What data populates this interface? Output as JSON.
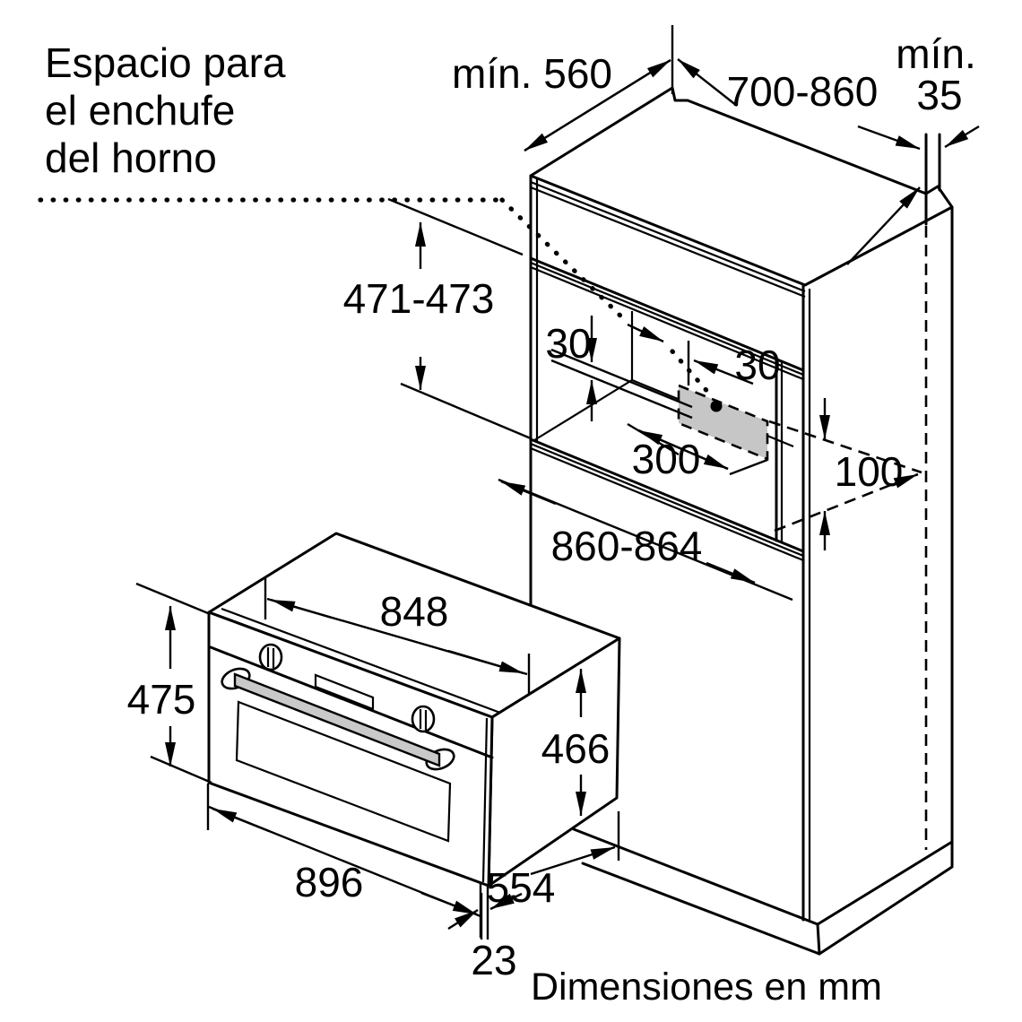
{
  "diagram": {
    "note": {
      "line1": "Espacio para",
      "line2": "el enchufe",
      "line3": "del horno"
    },
    "footer": "Dimensiones en mm",
    "dims": {
      "cabinet_depth": "mín. 560",
      "cabinet_height": "700-860",
      "wall_gap_label": "mín.",
      "wall_gap_value": "35",
      "niche_height": "471-473",
      "vent_offset_top": "30",
      "outlet_offset_side": "30",
      "outlet_width": "300",
      "outlet_height": "100",
      "worktop_height": "860-864",
      "oven_cutout_width": "848",
      "oven_front_height": "475",
      "oven_body_height": "466",
      "oven_width": "896",
      "oven_depth": "554",
      "door_thickness": "23"
    },
    "colors": {
      "line": "#000000",
      "background": "#ffffff",
      "outlet_fill": "#c6c6c6",
      "handle_fill": "#c9c9c9"
    }
  }
}
